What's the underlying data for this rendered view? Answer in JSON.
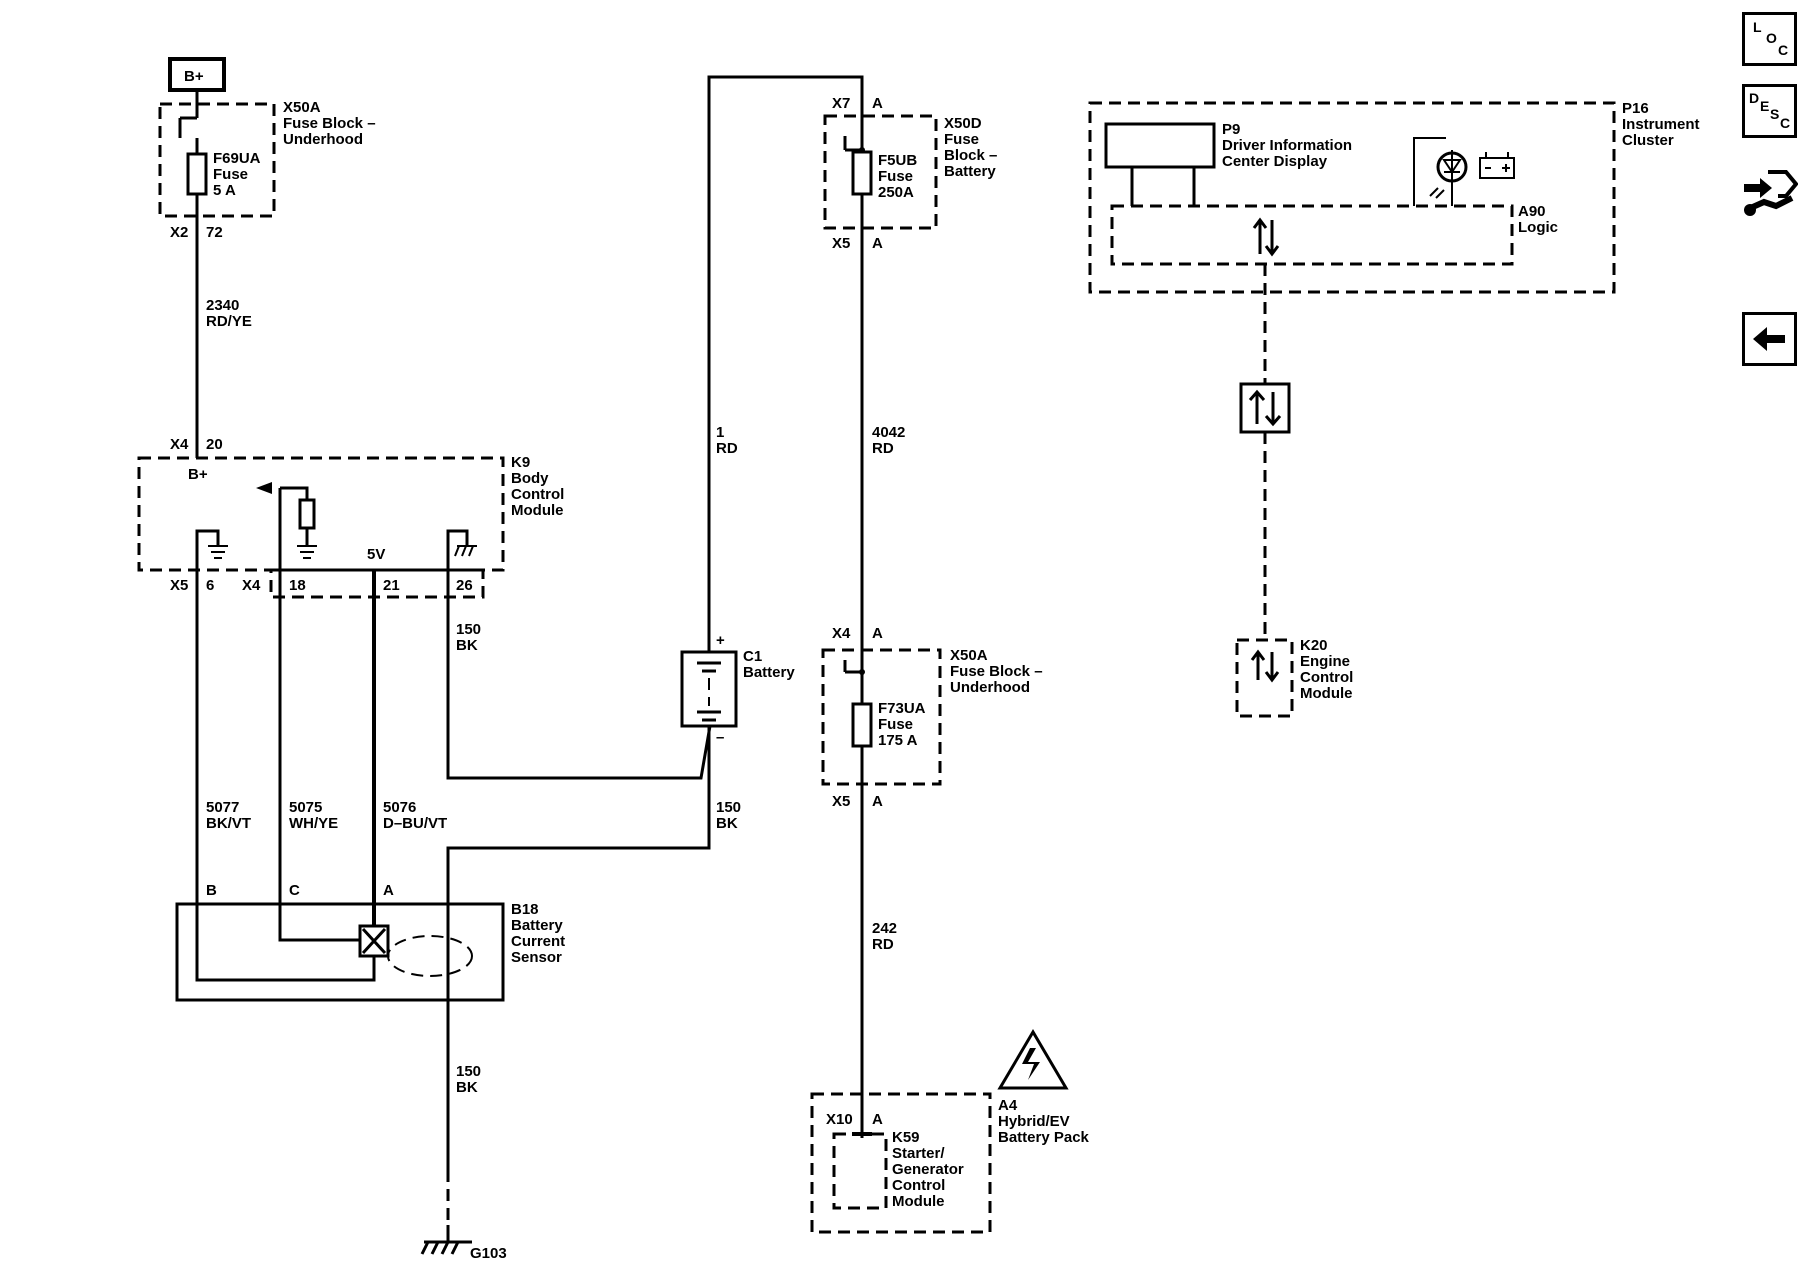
{
  "components": {
    "bplus_box": "B+",
    "x50a_top": {
      "ref": "X50A",
      "name": [
        "Fuse Block –",
        "Underhood"
      ],
      "fuse_ref": "F69UA",
      "fuse_word": "Fuse",
      "fuse_rating": "5 A",
      "conn": "X2",
      "pin": "72"
    },
    "x50d": {
      "ref": "X50D",
      "name": [
        "Fuse",
        "Block –",
        "Battery"
      ],
      "fuse_ref": "F5UB",
      "fuse_word": "Fuse",
      "fuse_rating": "250A",
      "conn_top": "X7",
      "pin_top": "A",
      "conn_bottom": "X5",
      "pin_bottom": "A"
    },
    "x50a_mid": {
      "ref": "X50A",
      "name": [
        "Fuse Block –",
        "Underhood"
      ],
      "fuse_ref": "F73UA",
      "fuse_word": "Fuse",
      "fuse_rating": "175 A",
      "conn_top": "X4",
      "pin_top": "A",
      "conn_bottom": "X5",
      "pin_bottom": "A"
    },
    "k9": {
      "ref": "K9",
      "name": [
        "Body",
        "Control",
        "Module"
      ],
      "bplus": "B+",
      "v5": "5V",
      "conn_in": "X4",
      "pin_in": "20",
      "conn_a": "X5",
      "pin_a": "6",
      "conn_b": "X4",
      "pin_b": "18",
      "pin_c": "21",
      "pin_d": "26"
    },
    "c1": {
      "ref": "C1",
      "name": "Battery",
      "plus": "+",
      "minus": "–"
    },
    "b18": {
      "ref": "B18",
      "name": [
        "Battery",
        "Current",
        "Sensor"
      ],
      "pin_b": "B",
      "pin_c": "C",
      "pin_a": "A"
    },
    "p16": {
      "ref": "P16",
      "name": [
        "Instrument",
        "Cluster"
      ]
    },
    "p9": {
      "ref": "P9",
      "name": [
        "Driver Information",
        "Center Display"
      ]
    },
    "a90": {
      "ref": "A90",
      "name": "Logic"
    },
    "k20": {
      "ref": "K20",
      "name": [
        "Engine",
        "Control",
        "Module"
      ]
    },
    "a4": {
      "ref": "A4",
      "name": [
        "Hybrid/EV",
        "Battery Pack"
      ],
      "conn": "X10",
      "pin": "A"
    },
    "k59": {
      "ref": "K59",
      "name": [
        "Starter/",
        "Generator",
        "Control",
        "Module"
      ]
    },
    "ground": {
      "ref": "G103"
    }
  },
  "wires": {
    "w2340": {
      "circuit": "2340",
      "color": "RD/YE"
    },
    "w1": {
      "circuit": "1",
      "color": "RD"
    },
    "w4042": {
      "circuit": "4042",
      "color": "RD"
    },
    "w150_bcm": {
      "circuit": "150",
      "color": "BK"
    },
    "w150_batt": {
      "circuit": "150",
      "color": "BK"
    },
    "w150_gnd": {
      "circuit": "150",
      "color": "BK"
    },
    "w5077": {
      "circuit": "5077",
      "color": "BK/VT"
    },
    "w5075": {
      "circuit": "5075",
      "color": "WH/YE"
    },
    "w5076": {
      "circuit": "5076",
      "color": "D–BU/VT"
    },
    "w242": {
      "circuit": "242",
      "color": "RD"
    }
  },
  "nav": {
    "loc": {
      "l1": "L",
      "l2": "O",
      "l3": "C"
    },
    "desc": {
      "l1": "D",
      "l2": "E",
      "l3": "S",
      "l4": "C"
    }
  },
  "colors": {
    "ink": "#000000",
    "background": "#ffffff"
  }
}
